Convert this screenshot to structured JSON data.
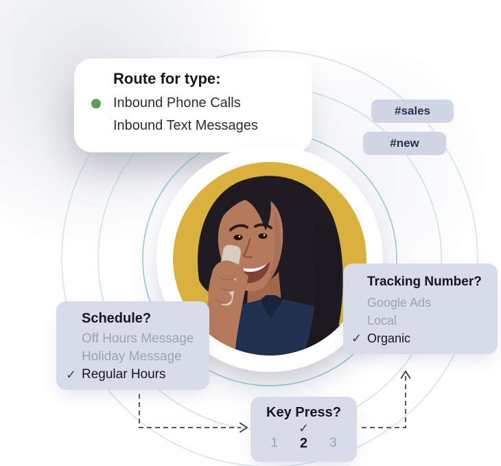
{
  "route_card": {
    "title": "Route for type:",
    "items": [
      {
        "label": "Inbound Phone Calls",
        "active": true
      },
      {
        "label": "Inbound Text Messages",
        "active": false
      }
    ]
  },
  "tags": [
    {
      "label": "#sales"
    },
    {
      "label": "#new"
    }
  ],
  "photo": {
    "description": "Smiling woman with dark hair talking on a mobile phone, circular portrait on mustard yellow background"
  },
  "schedule_card": {
    "title": "Schedule?",
    "options": [
      {
        "label": "Off Hours Message",
        "selected": false
      },
      {
        "label": "Holiday Message",
        "selected": false
      },
      {
        "label": "Regular Hours",
        "selected": true
      }
    ]
  },
  "keypress_card": {
    "title": "Key Press?",
    "options": [
      {
        "label": "1",
        "selected": false
      },
      {
        "label": "2",
        "selected": true
      },
      {
        "label": "3",
        "selected": false
      }
    ]
  },
  "tracking_card": {
    "title": "Tracking Number?",
    "options": [
      {
        "label": "Google Ads",
        "selected": false
      },
      {
        "label": "Local",
        "selected": false
      },
      {
        "label": "Organic",
        "selected": true
      }
    ]
  },
  "flow_connections": [
    {
      "from": "schedule_card",
      "to": "keypress_card"
    },
    {
      "from": "keypress_card",
      "to": "tracking_card"
    }
  ],
  "icons": {
    "check": "✓"
  },
  "colors": {
    "card_bg": "#D8DCEA",
    "pill_bg": "#D0D6E6",
    "accent_green": "#55A25B",
    "photo_bg_yellow": "#DBB13E",
    "arc_teal": "#7FC4CC",
    "arrow_dark": "#3B3B40",
    "text_dark": "#15151D",
    "text_muted": "#9CA4B4"
  }
}
